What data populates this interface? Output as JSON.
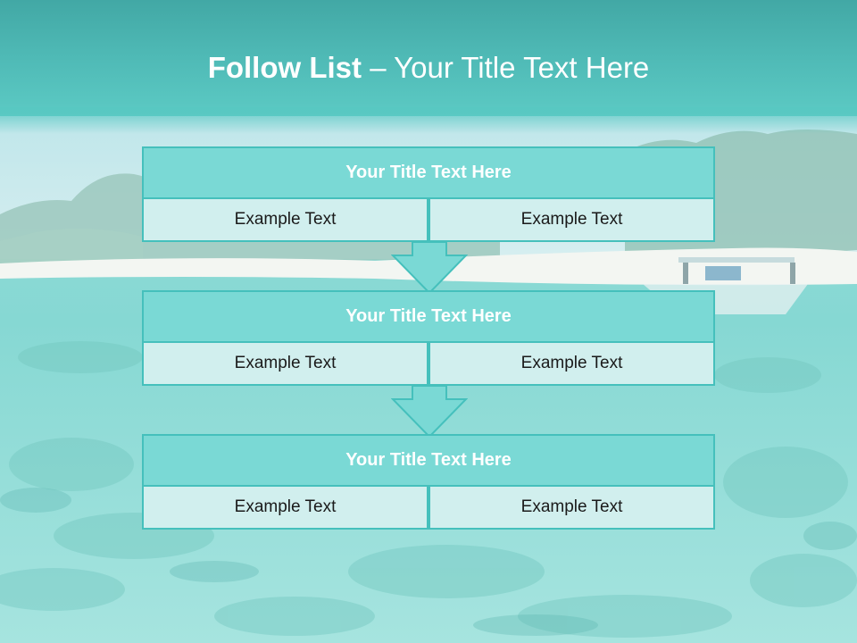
{
  "title": {
    "bold_part": "Follow List",
    "rest_part": "– Your Title Text Here"
  },
  "steps": [
    {
      "heading": "Your Title Text Here",
      "left": "Example Text",
      "right": "Example Text"
    },
    {
      "heading": "Your Title Text Here",
      "left": "Example Text",
      "right": "Example Text"
    },
    {
      "heading": "Your Title Text Here",
      "left": "Example Text",
      "right": "Example Text"
    }
  ],
  "colors": {
    "header_fill": "#7ad9d5",
    "border": "#45c0bc",
    "cell_fill": "#d1efee",
    "title_text": "#ffffff"
  },
  "icons": [
    "down-arrow-icon"
  ]
}
